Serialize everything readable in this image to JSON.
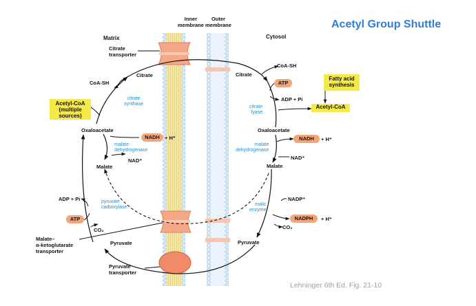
{
  "title": "Acetyl Group Shuttle",
  "credit": "Lehninger 6th Ed. Fig. 21-10",
  "headers": {
    "inner_membrane": "Inner\nmembrane",
    "outer_membrane": "Outer\nmembrane",
    "matrix": "Matrix",
    "cytosol": "Cytosol"
  },
  "transporters": {
    "citrate": "Citrate\ntransporter",
    "pyruvate": "Pyruvate\ntransporter",
    "malate_akg": "Malate–\nα-ketoglutarate\ntransporter"
  },
  "matrix": {
    "coash": "CoA-SH",
    "citrate": "Citrate",
    "acetyl_coa": "Acetyl-CoA\n(multiple\nsources)",
    "citrate_synthase": "citrate\nsynthase",
    "oxaloacetate": "Oxaloacetate",
    "nadh": "NADH",
    "h_plus": "+ H⁺",
    "mdh": "malate\ndehydrogenase",
    "nad": "NAD⁺",
    "malate": "Malate",
    "adp_pi": "ADP + Pi",
    "atp": "ATP",
    "pyruvate_carboxylase": "pyruvate\ncarboxylase",
    "co2": "CO₂",
    "pyruvate": "Pyruvate"
  },
  "cytosol": {
    "citrate": "Citrate",
    "coash": "CoA-SH",
    "atp": "ATP",
    "adp_pi": "ADP + Pi",
    "citrate_lyase": "citrate\nlyase",
    "fatty_acid": "Fatty acid\nsynthesis",
    "acetyl_coa": "Acetyl-CoA",
    "oxaloacetate": "Oxaloacetate",
    "mdh": "malate\ndehydrogenase",
    "nadh": "NADH",
    "h_plus": "+ H⁺",
    "nad": "NAD⁺",
    "malate": "Malate",
    "nadp": "NADP⁺",
    "malic_enzyme": "malic\nenzyme",
    "nadph": "NADPH",
    "h_plus2": "+ H⁺",
    "co2": "CO₂",
    "pyruvate": "Pyruvate"
  },
  "colors": {
    "title": "#2f7ed8",
    "enzyme": "#1a8fd6",
    "highlight_box": "#f6e94a",
    "cofactor": "#f3a57a",
    "transporter": "#f4a886",
    "membrane": "#f3e6a6"
  }
}
